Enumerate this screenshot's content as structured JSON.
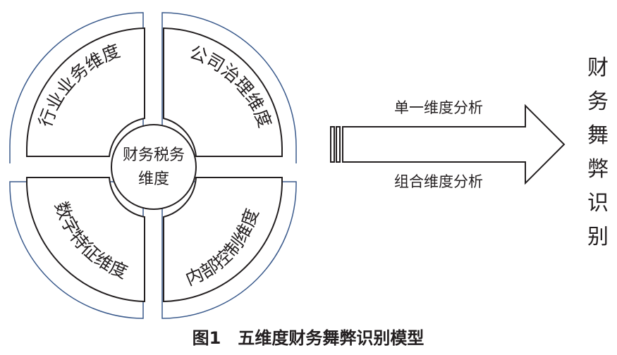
{
  "diagram": {
    "center": {
      "line1": "财务税务",
      "line2": "维度"
    },
    "dimensions": {
      "top_left": "行业业务维度",
      "top_right": "公司治理维度",
      "bottom_left": "数字特征维度",
      "bottom_right": "内部控制维度"
    },
    "arrow": {
      "upper_label": "单一维度分析",
      "lower_label": "组合维度分析"
    },
    "result_chars": [
      "财",
      "务",
      "舞",
      "弊",
      "识",
      "别"
    ]
  },
  "caption": "图1　五维度财务舞弊识别模型",
  "colors": {
    "outer_ring": "#3a5a8c",
    "line": "#231f20",
    "background": "#ffffff"
  }
}
